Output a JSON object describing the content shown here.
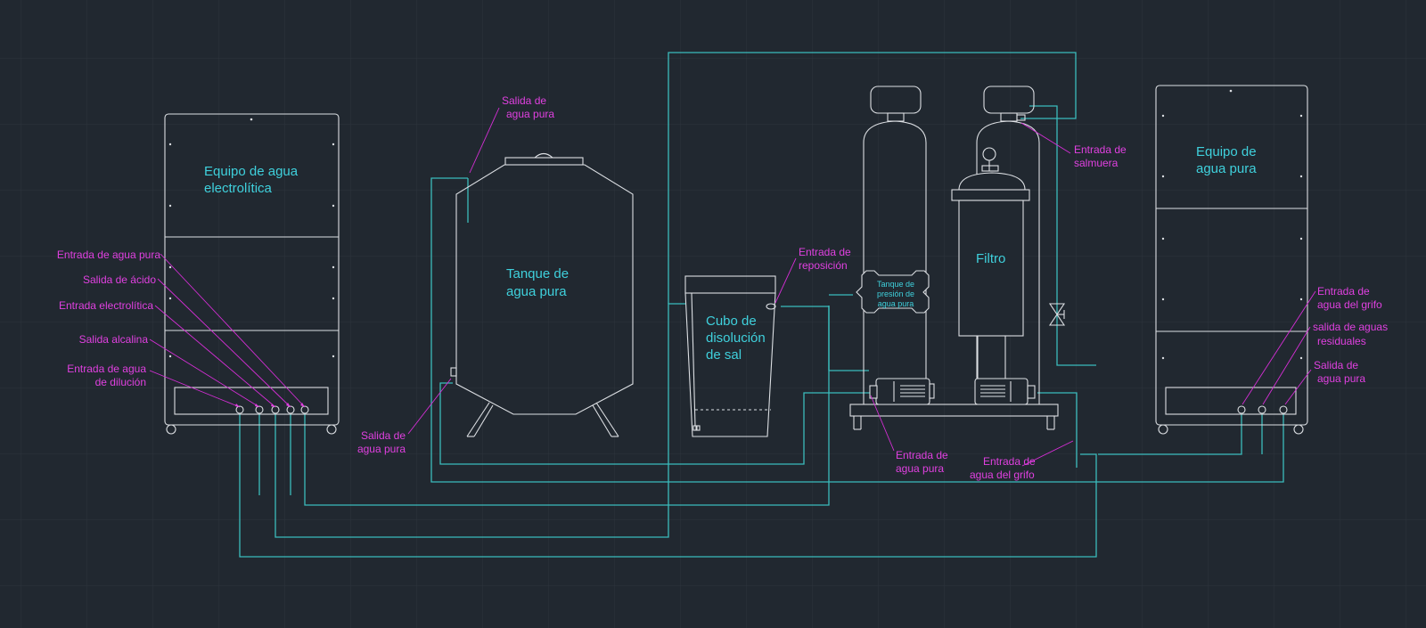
{
  "colors": {
    "background": "#212830",
    "grid": "#2d343d",
    "equipment_stroke": "#dcdfe3",
    "pipe": "#3bbcbc",
    "equipment_label": "#3fd0dc",
    "callout": "#e040e0"
  },
  "equipment": {
    "electrolytic": [
      "Equipo de agua",
      "electrolítica"
    ],
    "tank": [
      "Tanque de",
      "agua pura"
    ],
    "salt_bucket": [
      "Cubo de",
      "disolución",
      "de sal"
    ],
    "pressure_tank": [
      "Tanque de",
      "presión de",
      "agua pura"
    ],
    "filter": "Filtro",
    "pure_water": [
      "Equipo de",
      "agua pura"
    ]
  },
  "callouts": {
    "pure_water_in": "Entrada de agua pura",
    "acid_out": "Salida de ácido",
    "electrolytic_in": "Entrada electrolítica",
    "alkaline_out": "Salida alcalina",
    "dilution_in": [
      "Entrada de agua",
      "de dilución"
    ],
    "tank_top_out": [
      "Salida de",
      "agua pura"
    ],
    "tank_bottom_out": [
      "Salida de",
      "agua pura"
    ],
    "replenish_in": [
      "Entrada de",
      "reposición"
    ],
    "brine_in": [
      "Entrada de",
      "salmuera"
    ],
    "pump_pure_in": [
      "Entrada de",
      "agua pura"
    ],
    "tap_in_mid": [
      "Entrada de",
      "agua del grifo"
    ],
    "tap_in_right": [
      "Entrada de",
      "agua del grifo"
    ],
    "waste_out": [
      "salida de aguas",
      "residuales"
    ],
    "pure_out_right": [
      "Salida de",
      "agua pura"
    ]
  }
}
